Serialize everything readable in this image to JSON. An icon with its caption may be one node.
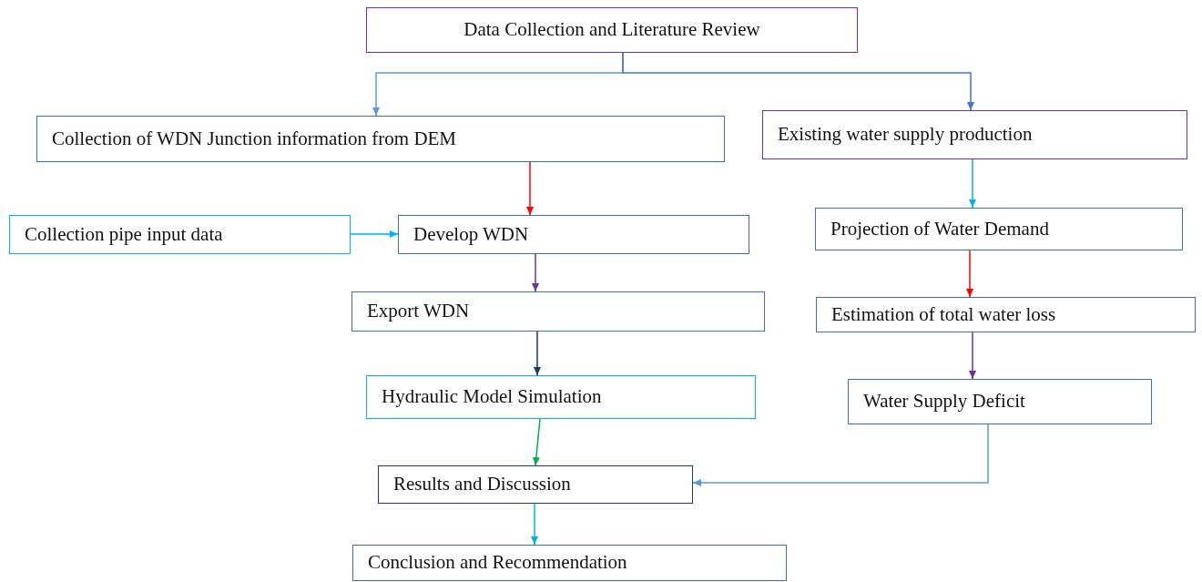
{
  "diagram": {
    "nodes": [
      {
        "text": [
          "Data Collection and Literature Review"
        ]
      },
      {
        "text": [
          "Collection of WDN Junction information from DEM"
        ]
      },
      {
        "text": [
          "Existing water supply production"
        ]
      },
      {
        "text": [
          "Collection pipe input data"
        ]
      },
      {
        "text": [
          "Develop WDN"
        ]
      },
      {
        "text": [
          "Projection of Water Demand"
        ]
      },
      {
        "text": [
          "Export WDN"
        ]
      },
      {
        "text": [
          "Estimation of total water loss"
        ]
      },
      {
        "text": [
          "Hydraulic Model Simulation"
        ]
      },
      {
        "text": [
          "Water Supply Deficit"
        ]
      },
      {
        "text": [
          "Results and Discussion"
        ]
      },
      {
        "text": [
          "Conclusion and Recommendation"
        ]
      }
    ],
    "edges": [
      {
        "from": 0,
        "to": 1,
        "arrow": "to",
        "color": "#5b9bd5"
      },
      {
        "from": 0,
        "to": 2,
        "arrow": "to",
        "color": "#4472c4"
      },
      {
        "from": 1,
        "to": 4,
        "arrow": "to",
        "color": "#ff0000"
      },
      {
        "from": 3,
        "to": 4,
        "arrow": "to",
        "color": "#00b0f0"
      },
      {
        "from": 2,
        "to": 5,
        "arrow": "to",
        "color": "#00b0f0"
      },
      {
        "from": 4,
        "to": 6,
        "arrow": "to",
        "color": "#7030a0"
      },
      {
        "from": 5,
        "to": 7,
        "arrow": "to",
        "color": "#ff0000"
      },
      {
        "from": 6,
        "to": 8,
        "arrow": "to",
        "color": "#1f3864"
      },
      {
        "from": 7,
        "to": 9,
        "arrow": "to",
        "color": "#7030a0"
      },
      {
        "from": 8,
        "to": 10,
        "arrow": "to",
        "color": "#00b050"
      },
      {
        "from": 9,
        "to": 10,
        "arrow": "to",
        "color": "#5b9bd5"
      },
      {
        "from": 10,
        "to": 11,
        "arrow": "to",
        "color": "#00b0f0"
      }
    ]
  }
}
